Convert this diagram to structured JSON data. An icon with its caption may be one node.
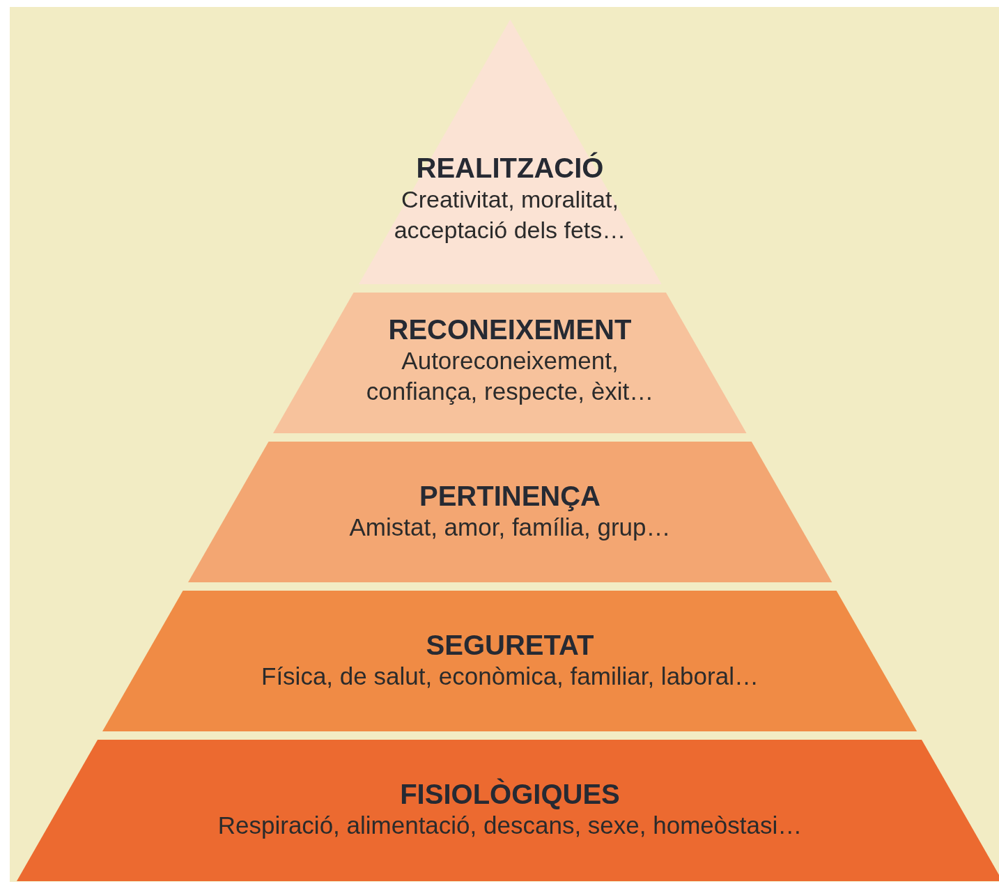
{
  "diagram": {
    "nodes": [
      {
        "text": [
          "REALITZACIÓ",
          "Creativitat, moralitat, acceptació dels fets…"
        ]
      },
      {
        "text": [
          "RECONEIXEMENT",
          "Autoreconeixement, confiança, respecte, èxit…"
        ]
      },
      {
        "text": [
          "PERTINENÇA",
          "Amistat, amor, família, grup…"
        ]
      },
      {
        "text": [
          "SEGURETAT",
          "Física, de salut, econòmica, familiar, laboral…"
        ]
      },
      {
        "text": [
          "FISIOLÒGIQUES",
          "Respiració, alimentació, descans, sexe, homeòstasi…"
        ]
      }
    ]
  }
}
